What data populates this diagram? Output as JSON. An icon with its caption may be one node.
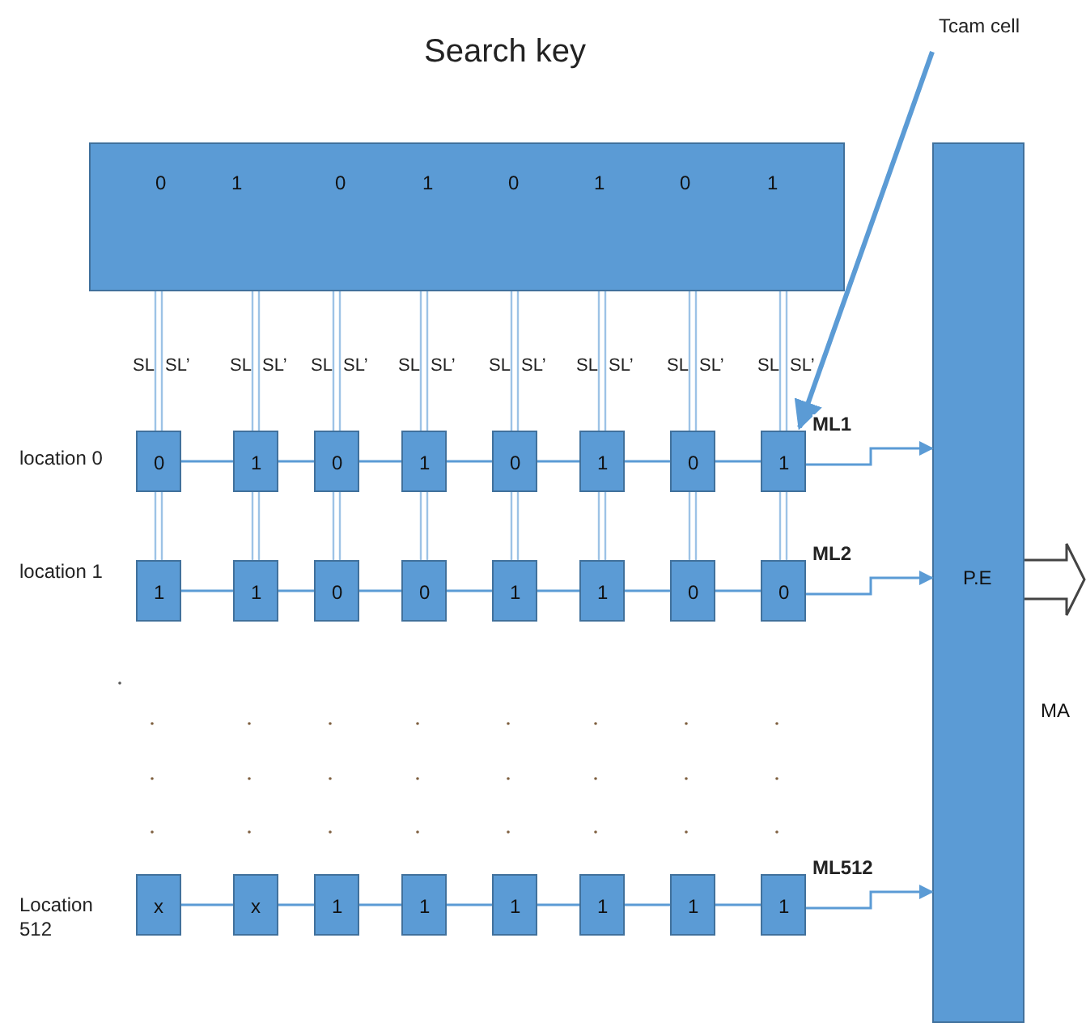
{
  "diagram": {
    "title": "Search key",
    "nodes": [
      {
        "text": [
          "0",
          "1",
          "0",
          "1",
          "0",
          "1",
          "0",
          "1"
        ]
      },
      {
        "text": [
          "P.E"
        ],
        "beside": [
          "MA"
        ]
      },
      {
        "text": [
          "Tcam cell"
        ]
      },
      {
        "text": [
          "0"
        ]
      },
      {
        "text": [
          "1"
        ]
      },
      {
        "text": [
          "0"
        ]
      },
      {
        "text": [
          "1"
        ]
      },
      {
        "text": [
          "0"
        ]
      },
      {
        "text": [
          "1"
        ]
      },
      {
        "text": [
          "0"
        ]
      },
      {
        "text": [
          "1"
        ]
      },
      {
        "text": [
          "1"
        ]
      },
      {
        "text": [
          "1"
        ]
      },
      {
        "text": [
          "0"
        ]
      },
      {
        "text": [
          "0"
        ]
      },
      {
        "text": [
          "1"
        ]
      },
      {
        "text": [
          "1"
        ]
      },
      {
        "text": [
          "0"
        ]
      },
      {
        "text": [
          "0"
        ]
      },
      {
        "text": [
          "x"
        ]
      },
      {
        "text": [
          "x"
        ]
      },
      {
        "text": [
          "1"
        ]
      },
      {
        "text": [
          "1"
        ]
      },
      {
        "text": [
          "1"
        ]
      },
      {
        "text": [
          "1"
        ]
      },
      {
        "text": [
          "1"
        ]
      },
      {
        "text": [
          "1"
        ]
      }
    ],
    "edges": [
      {
        "from": 0,
        "to": 3,
        "arrow": "none"
      },
      {
        "from": 3,
        "to": 11,
        "arrow": "none"
      },
      {
        "from": 0,
        "to": 4,
        "arrow": "none"
      },
      {
        "from": 4,
        "to": 12,
        "arrow": "none"
      },
      {
        "from": 0,
        "to": 5,
        "arrow": "none"
      },
      {
        "from": 5,
        "to": 13,
        "arrow": "none"
      },
      {
        "from": 0,
        "to": 6,
        "arrow": "none"
      },
      {
        "from": 6,
        "to": 14,
        "arrow": "none"
      },
      {
        "from": 0,
        "to": 7,
        "arrow": "none"
      },
      {
        "from": 7,
        "to": 15,
        "arrow": "none"
      },
      {
        "from": 0,
        "to": 8,
        "arrow": "none"
      },
      {
        "from": 8,
        "to": 16,
        "arrow": "none"
      },
      {
        "from": 0,
        "to": 9,
        "arrow": "none"
      },
      {
        "from": 9,
        "to": 17,
        "arrow": "none"
      },
      {
        "from": 0,
        "to": 10,
        "arrow": "none"
      },
      {
        "from": 10,
        "to": 18,
        "arrow": "none"
      },
      {
        "from": 3,
        "to": 4,
        "arrow": "none"
      },
      {
        "from": 4,
        "to": 5,
        "arrow": "none"
      },
      {
        "from": 5,
        "to": 6,
        "arrow": "none"
      },
      {
        "from": 6,
        "to": 7,
        "arrow": "none"
      },
      {
        "from": 7,
        "to": 8,
        "arrow": "none"
      },
      {
        "from": 8,
        "to": 9,
        "arrow": "none"
      },
      {
        "from": 9,
        "to": 10,
        "arrow": "none"
      },
      {
        "from": 10,
        "to": 1,
        "arrow": "to",
        "label": "ML1"
      },
      {
        "from": 11,
        "to": 12,
        "arrow": "none"
      },
      {
        "from": 12,
        "to": 13,
        "arrow": "none"
      },
      {
        "from": 13,
        "to": 14,
        "arrow": "none"
      },
      {
        "from": 14,
        "to": 15,
        "arrow": "none"
      },
      {
        "from": 15,
        "to": 16,
        "arrow": "none"
      },
      {
        "from": 16,
        "to": 17,
        "arrow": "none"
      },
      {
        "from": 17,
        "to": 18,
        "arrow": "none"
      },
      {
        "from": 18,
        "to": 1,
        "arrow": "to",
        "label": "ML2"
      },
      {
        "from": 19,
        "to": 20,
        "arrow": "none"
      },
      {
        "from": 20,
        "to": 21,
        "arrow": "none"
      },
      {
        "from": 21,
        "to": 22,
        "arrow": "none"
      },
      {
        "from": 22,
        "to": 23,
        "arrow": "none"
      },
      {
        "from": 23,
        "to": 24,
        "arrow": "none"
      },
      {
        "from": 24,
        "to": 25,
        "arrow": "none"
      },
      {
        "from": 25,
        "to": 26,
        "arrow": "none"
      },
      {
        "from": 26,
        "to": 1,
        "arrow": "to",
        "label": "ML512"
      },
      {
        "from": 2,
        "to": 10,
        "arrow": "to",
        "style": "thick"
      },
      {
        "from": 1,
        "to": null,
        "arrow": "to",
        "style": "thick"
      }
    ],
    "labels": [
      "SL",
      "SL’",
      "SL",
      "SL’",
      "SL",
      "SL’",
      "SL",
      "SL’",
      "SL",
      "SL’",
      "SL",
      "SL’",
      "SL",
      "SL’",
      "SL",
      "SL’",
      "location 0",
      "location 1",
      "Location 512"
    ]
  }
}
